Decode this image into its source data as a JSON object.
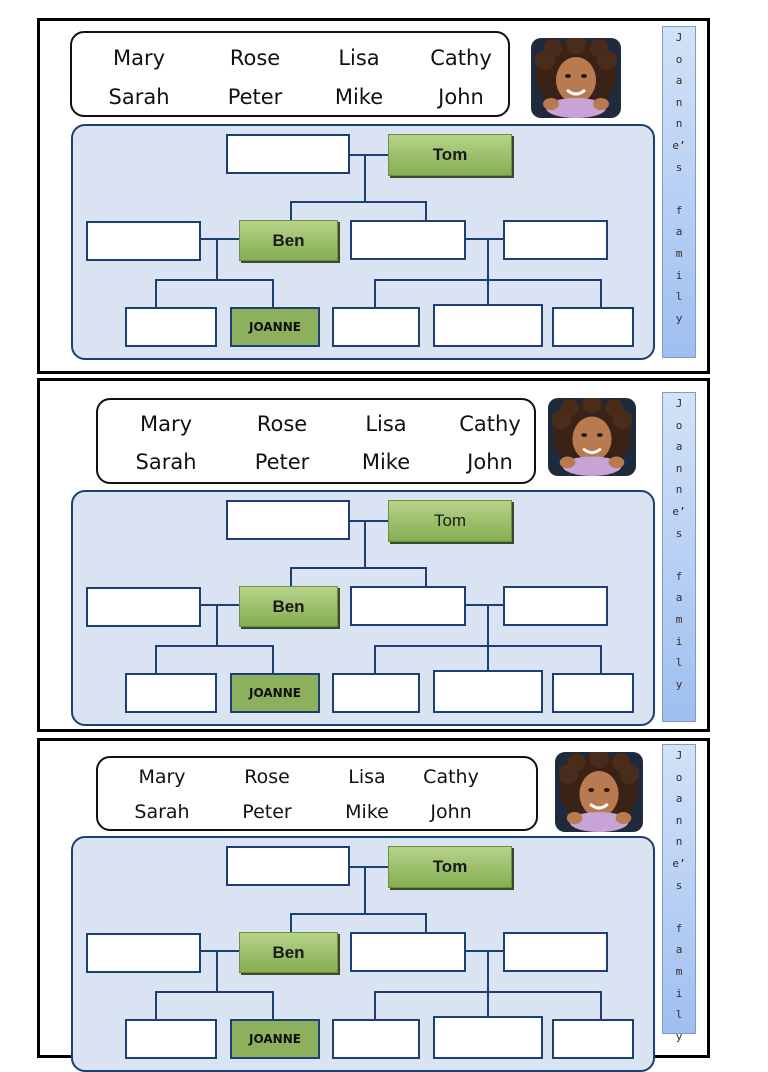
{
  "worksheet": {
    "names": [
      [
        "Mary",
        "Rose",
        "Lisa",
        "Cathy"
      ],
      [
        "Sarah",
        "Peter",
        "Mike",
        "John"
      ]
    ],
    "side_tab": [
      "J",
      "o",
      "a",
      "n",
      "n",
      "e’",
      "s",
      "",
      "f",
      "a",
      "m",
      "i",
      "l",
      "y"
    ],
    "tree": {
      "grandfather": "Tom",
      "father": "Ben",
      "child": "JOANNE"
    }
  },
  "colors": {
    "panel_fill": "#d9e3f1",
    "panel_border": "#1d3f73",
    "named_box_fill": "#97bd65",
    "side_tab_fill": "#b7d0f3"
  },
  "icons": {
    "photo": "girl-portrait-photo"
  }
}
